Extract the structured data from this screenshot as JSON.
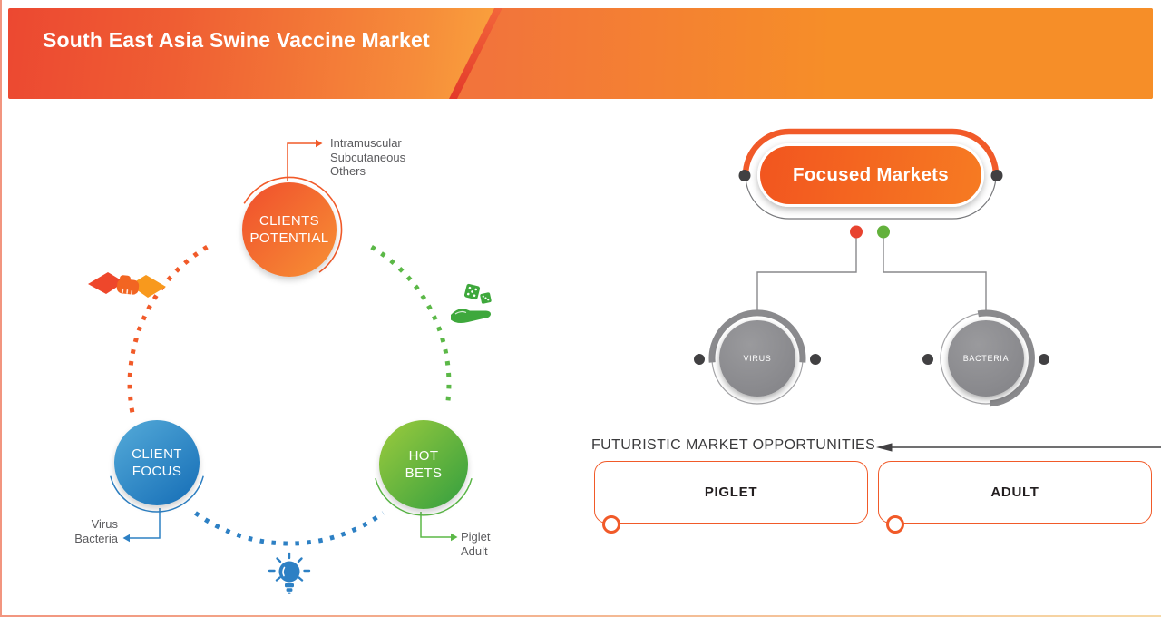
{
  "header": {
    "title": "South East Asia Swine Vaccine Market"
  },
  "left_diagram": {
    "clients_potential": {
      "label_line1": "CLIENTS",
      "label_line2": "POTENTIAL",
      "items": [
        "Intramuscular",
        "Subcutaneous",
        "Others"
      ]
    },
    "client_focus": {
      "label_line1": "CLIENT",
      "label_line2": "FOCUS",
      "items": [
        "Virus",
        "Bacteria"
      ]
    },
    "hot_bets": {
      "label_line1": "HOT",
      "label_line2": "BETS",
      "items": [
        "Piglet",
        "Adult"
      ]
    },
    "icons": [
      "handshake-icon",
      "dice-in-hand-icon",
      "lightbulb-icon"
    ]
  },
  "right_diagram": {
    "focused_markets_label": "Focused Markets",
    "nodes": [
      {
        "label": "VIRUS"
      },
      {
        "label": "BACTERIA"
      }
    ],
    "opportunities_heading": "FUTURISTIC MARKET OPPORTUNITIES",
    "opportunity_boxes": [
      {
        "label": "PIGLET"
      },
      {
        "label": "ADULT"
      }
    ]
  },
  "colors": {
    "accent_orange": "#F15A29",
    "accent_blue": "#2D80C4",
    "accent_green": "#5BB847",
    "accent_red": "#E8432F",
    "node_gray": "#8A8A8D",
    "text_gray": "#58595B",
    "text_dark": "#3A3A3C"
  }
}
